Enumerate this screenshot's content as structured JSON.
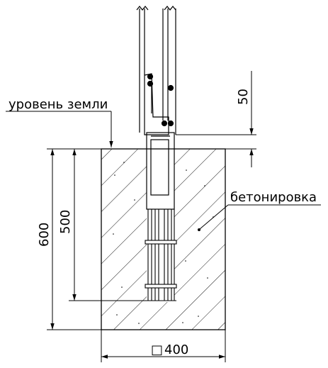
{
  "labels": {
    "ground_level": "уровень земли",
    "concrete": "бетонировка",
    "dim_depth_total": "600",
    "dim_depth_post": "500",
    "dim_offset": "50",
    "dim_width": "400",
    "width_symbol": "□"
  }
}
